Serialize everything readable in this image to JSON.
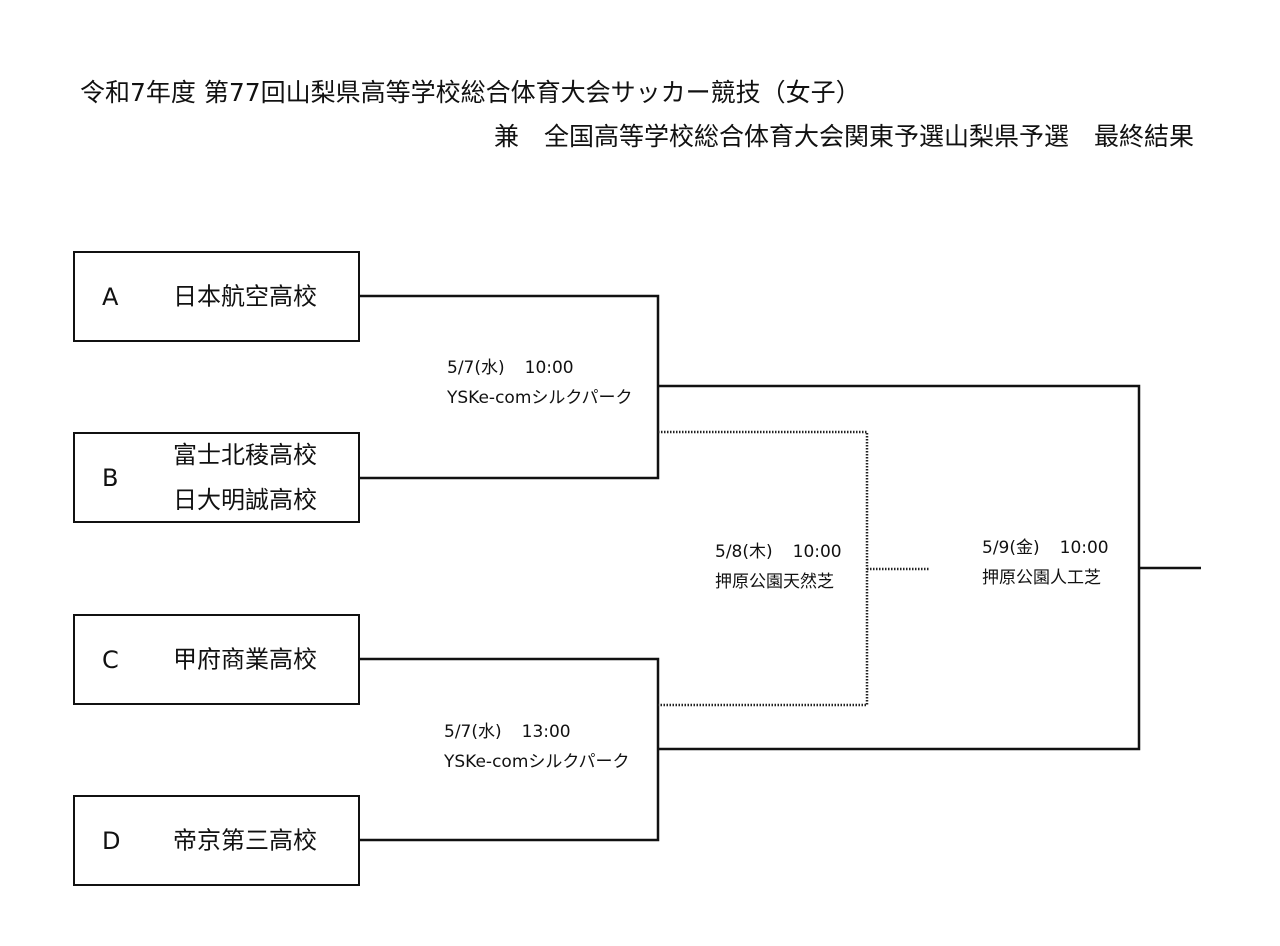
{
  "header": {
    "title_line1": "令和7年度 第77回山梨県高等学校総合体育大会サッカー競技（女子）",
    "title_line2": "兼　全国高等学校総合体育大会関東予選山梨県予選　最終結果"
  },
  "teams": [
    {
      "letter": "A",
      "names": [
        "日本航空高校"
      ]
    },
    {
      "letter": "B",
      "names": [
        "富士北稜高校",
        "日大明誠高校"
      ]
    },
    {
      "letter": "C",
      "names": [
        "甲府商業高校"
      ]
    },
    {
      "letter": "D",
      "names": [
        "帝京第三高校"
      ]
    }
  ],
  "matches": {
    "semifinal_ab": {
      "date": "5/7(水)",
      "time": "10:00",
      "venue": "YSKe-comシルクパーク"
    },
    "semifinal_cd": {
      "date": "5/7(水)",
      "time": "13:00",
      "venue": "YSKe-comシルクパーク"
    },
    "third_place": {
      "date": "5/8(木)",
      "time": "10:00",
      "venue": "押原公園天然芝"
    },
    "final": {
      "date": "5/9(金)",
      "time": "10:00",
      "venue": "押原公園人工芝"
    }
  },
  "colors": {
    "line": "#111111",
    "background": "#ffffff"
  }
}
